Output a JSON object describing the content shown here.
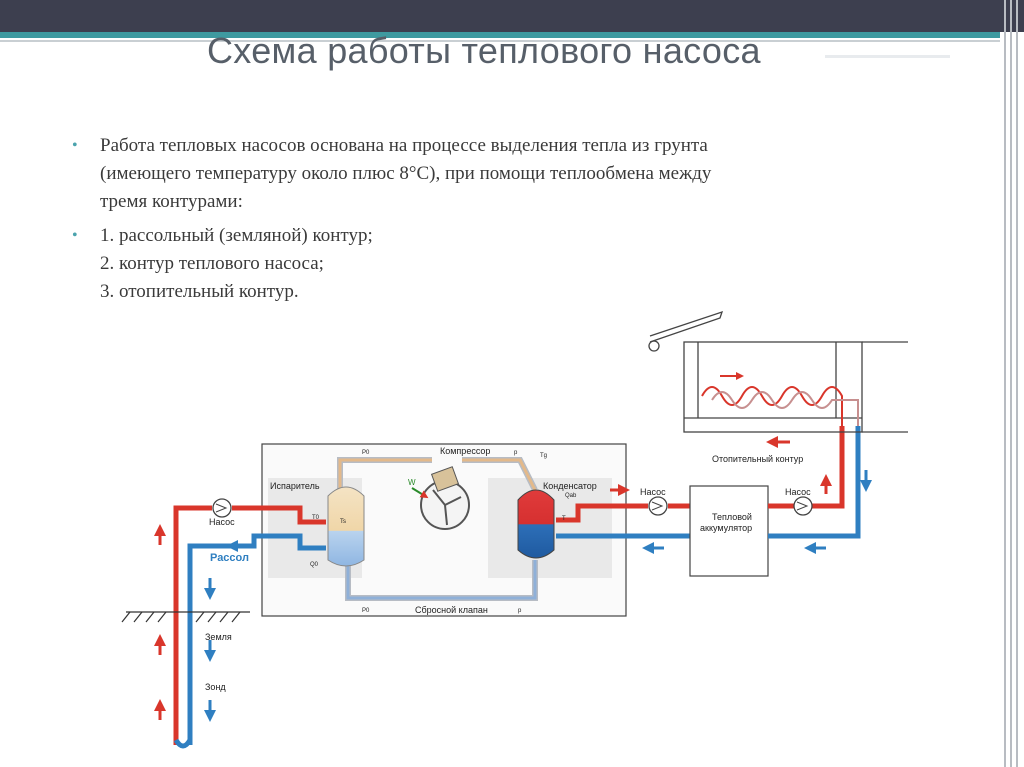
{
  "slide": {
    "title": "Схема работы теплового насоса",
    "bullets": [
      {
        "lines": [
          "Работа тепловых насосов основана на процессе выделения тепла из грунта",
          "(имеющего температуру около плюс 8°C), при помощи теплообмена между",
          "тремя контурами:"
        ]
      },
      {
        "lines": [
          "1. рассольный (земляной) контур;",
          "2. контур теплового насоса;",
          "3. отопительный контур."
        ]
      }
    ]
  },
  "diagram": {
    "labels": {
      "kompressor": "Компрессор",
      "isparitel": "Испаритель",
      "kondensator": "Конденсатор",
      "nasos_left": "Насос",
      "nasos_mid": "Насос",
      "nasos_right": "Насос",
      "rassol": "Рассол",
      "zemlya": "Земля",
      "zond": "Зонд",
      "sbrosnoy": "Сбросной клапан",
      "akkum_1": "Тепловой",
      "akkum_2": "аккумулятор",
      "otop": "Отопительный контур",
      "w": "W",
      "p0_top": "P0",
      "p_top": "p",
      "tg": "Tg",
      "t0": "T0",
      "ts": "Ts",
      "q0": "Q0",
      "qab": "Qab",
      "t": "T",
      "p0_bot": "P0",
      "p_bot": "p"
    },
    "colors": {
      "hot": "#d9362b",
      "cold": "#2f7fc1",
      "panel": "#e9e9e9",
      "pipe_gray": "#b7bcc4",
      "line": "#444444"
    }
  }
}
